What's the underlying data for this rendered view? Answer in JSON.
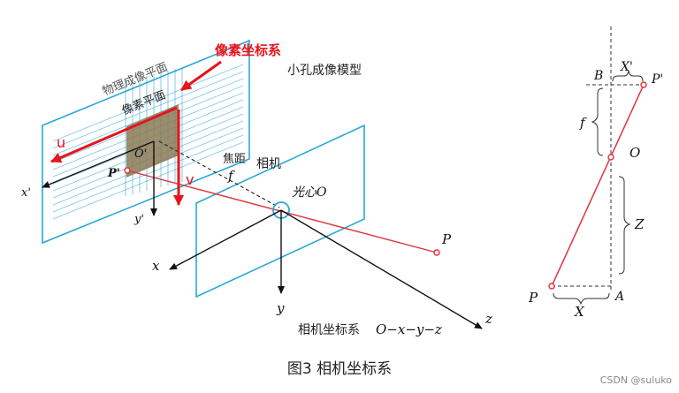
{
  "labels": {
    "pixel_coord": "像素坐标系",
    "imaging_plane": "物理成像平面",
    "pixel_plane": "像素平面",
    "model_title": "小孔成像模型",
    "u": "u",
    "v": "v",
    "o_prime": "O'",
    "p_prime": "P'",
    "x_prime": "x'",
    "y_prime": "y'",
    "focal_cn": "焦距",
    "focal_f": "f",
    "camera": "相机",
    "optical_center": "光心O",
    "p": "P",
    "x": "x",
    "y": "y",
    "z": "z",
    "cam_coord_cn": "相机坐标系",
    "cam_coord_math": "O−x−y−z"
  },
  "side": {
    "B": "B",
    "X_prime": "X'",
    "P_prime": "P'",
    "f": "f",
    "O": "O",
    "Z": "Z",
    "P": "P",
    "A": "A",
    "X": "X"
  },
  "caption": "图3 相机坐标系",
  "watermark": "CSDN @suluko",
  "colors": {
    "red": "#e8131b",
    "plane": "#29a8d8",
    "ray": "#e0313a",
    "grid": "#3aa0d4",
    "square": "#8a7a55"
  }
}
